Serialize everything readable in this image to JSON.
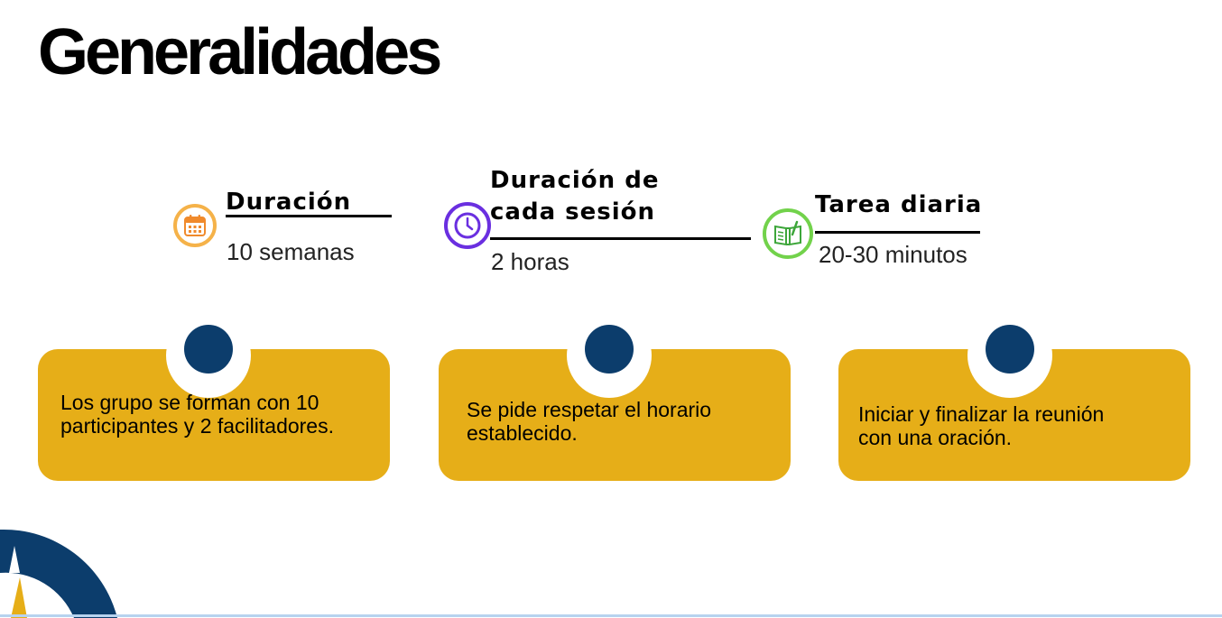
{
  "title": "Generalidades",
  "colors": {
    "card": "#e6ae18",
    "dot": "#0c3d6c",
    "calendar_ring": "#f5b249",
    "clock_ring": "#6a2fe0",
    "book_ring": "#72d24b",
    "bottom_line": "#b7d3ef"
  },
  "info": [
    {
      "heading": "Duración",
      "value": "10 semanas",
      "icon": "calendar-icon"
    },
    {
      "heading_line1": "Duración de",
      "heading_line2": "cada sesión",
      "value": "2 horas",
      "icon": "clock-icon"
    },
    {
      "heading": "Tarea diaria",
      "value": "20-30 minutos",
      "icon": "book-icon"
    }
  ],
  "cards": [
    {
      "line1": "Los grupo se forman con 10",
      "line2": "participantes y 2 facilitadores."
    },
    {
      "line1": "Se pide respetar el horario",
      "line2": "establecido."
    },
    {
      "line1": "Iniciar y finalizar la reunión",
      "line2": "con una oración."
    }
  ]
}
